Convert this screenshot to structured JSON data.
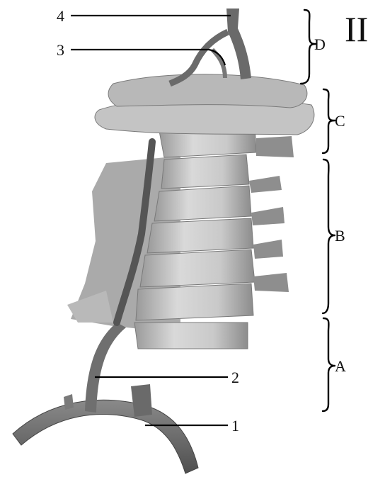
{
  "figure": {
    "roman_numeral": "II",
    "callouts": [
      {
        "id": "4",
        "text": "4"
      },
      {
        "id": "3",
        "text": "3"
      },
      {
        "id": "2",
        "text": "2"
      },
      {
        "id": "1",
        "text": "1"
      }
    ],
    "sections": [
      {
        "id": "D",
        "text": "D"
      },
      {
        "id": "C",
        "text": "C"
      },
      {
        "id": "B",
        "text": "B"
      },
      {
        "id": "A",
        "text": "A"
      }
    ]
  },
  "colors": {
    "bone": "#cfcfcf",
    "bone_shadow": "#8f8f8f",
    "vessel": "#6f6f6f",
    "vessel_dark": "#4d4d4d",
    "line": "#000000"
  }
}
